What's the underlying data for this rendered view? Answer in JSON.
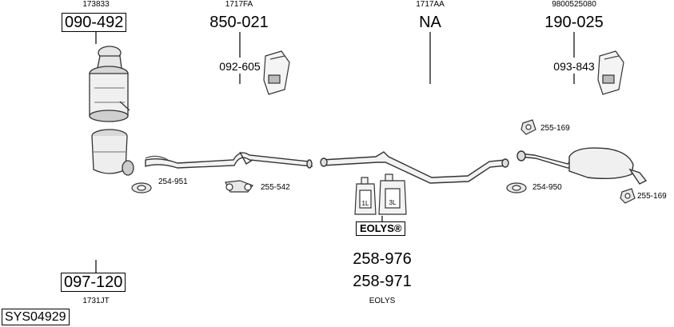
{
  "parts": {
    "cat": {
      "oe": "173833",
      "code": "090-492"
    },
    "front_pipe": {
      "oe": "1717FA",
      "code": "850-021"
    },
    "front_mount": {
      "code": "092-605"
    },
    "mid_pipe": {
      "oe": "1717AA",
      "code": "NA"
    },
    "rear": {
      "oe": "9800525080",
      "code": "190-025"
    },
    "rear_mount": {
      "code": "093-843"
    },
    "dpf": {
      "oe": "1731JT",
      "code": "097-120"
    },
    "eolys": {
      "brand": "EOLYS®",
      "code_a": "258-976",
      "code_b": "258-971",
      "name": "EOLYS"
    }
  },
  "clamps": {
    "c1": "254-951",
    "c2": "255-542",
    "c3": "255-169",
    "c4": "254-950",
    "c5": "255-169"
  },
  "bottles": {
    "left": "1L",
    "right": "3L"
  },
  "system_id": "SYS04929"
}
